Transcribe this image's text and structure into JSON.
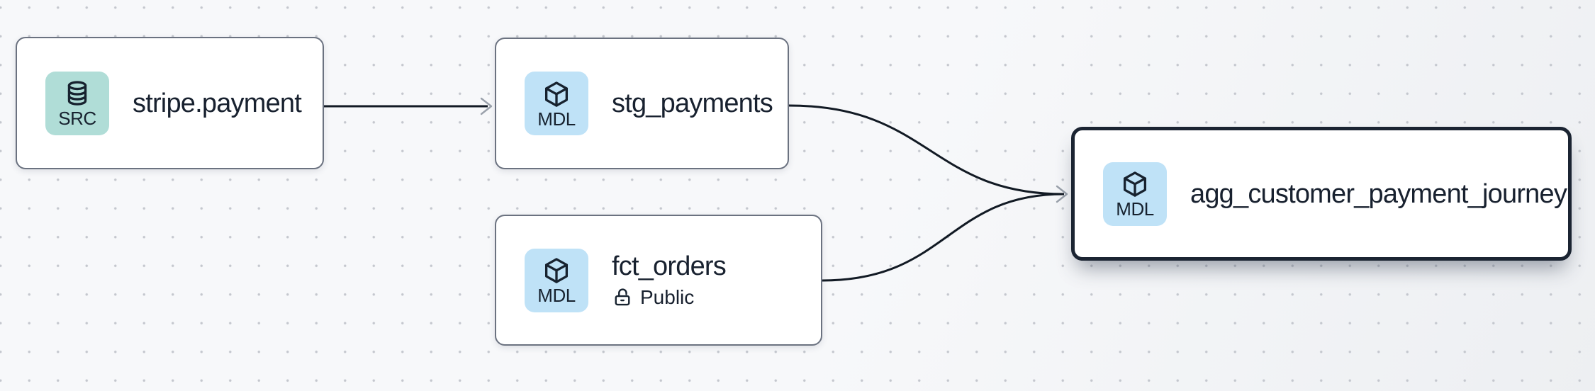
{
  "canvas": {
    "background_color": "#f7f8fa",
    "dot_color": "#c4c7ce",
    "edge_color": "#121a24",
    "arrowhead_color": "#9aa1ab",
    "selected_border_color": "#1b2432",
    "node_border_color": "#6b7280"
  },
  "nodes": [
    {
      "id": "stripe.payment",
      "title": "stripe.payment",
      "badge": {
        "label": "SRC",
        "icon": "database-icon",
        "color": "#b0ddd7"
      },
      "selected": false
    },
    {
      "id": "stg_payments",
      "title": "stg_payments",
      "badge": {
        "label": "MDL",
        "icon": "cube-icon",
        "color": "#bfe2f7"
      },
      "selected": false
    },
    {
      "id": "fct_orders",
      "title": "fct_orders",
      "badge": {
        "label": "MDL",
        "icon": "cube-icon",
        "color": "#bfe2f7"
      },
      "visibility": {
        "label": "Public",
        "icon": "lock-open-icon"
      },
      "selected": false
    },
    {
      "id": "agg_customer_payment_journey",
      "title": "agg_customer_payment_journey",
      "badge": {
        "label": "MDL",
        "icon": "cube-icon",
        "color": "#bfe2f7"
      },
      "selected": true
    }
  ],
  "edges": [
    {
      "from": "stripe.payment",
      "to": "stg_payments"
    },
    {
      "from": "stg_payments",
      "to": "agg_customer_payment_journey"
    },
    {
      "from": "fct_orders",
      "to": "agg_customer_payment_journey"
    }
  ]
}
